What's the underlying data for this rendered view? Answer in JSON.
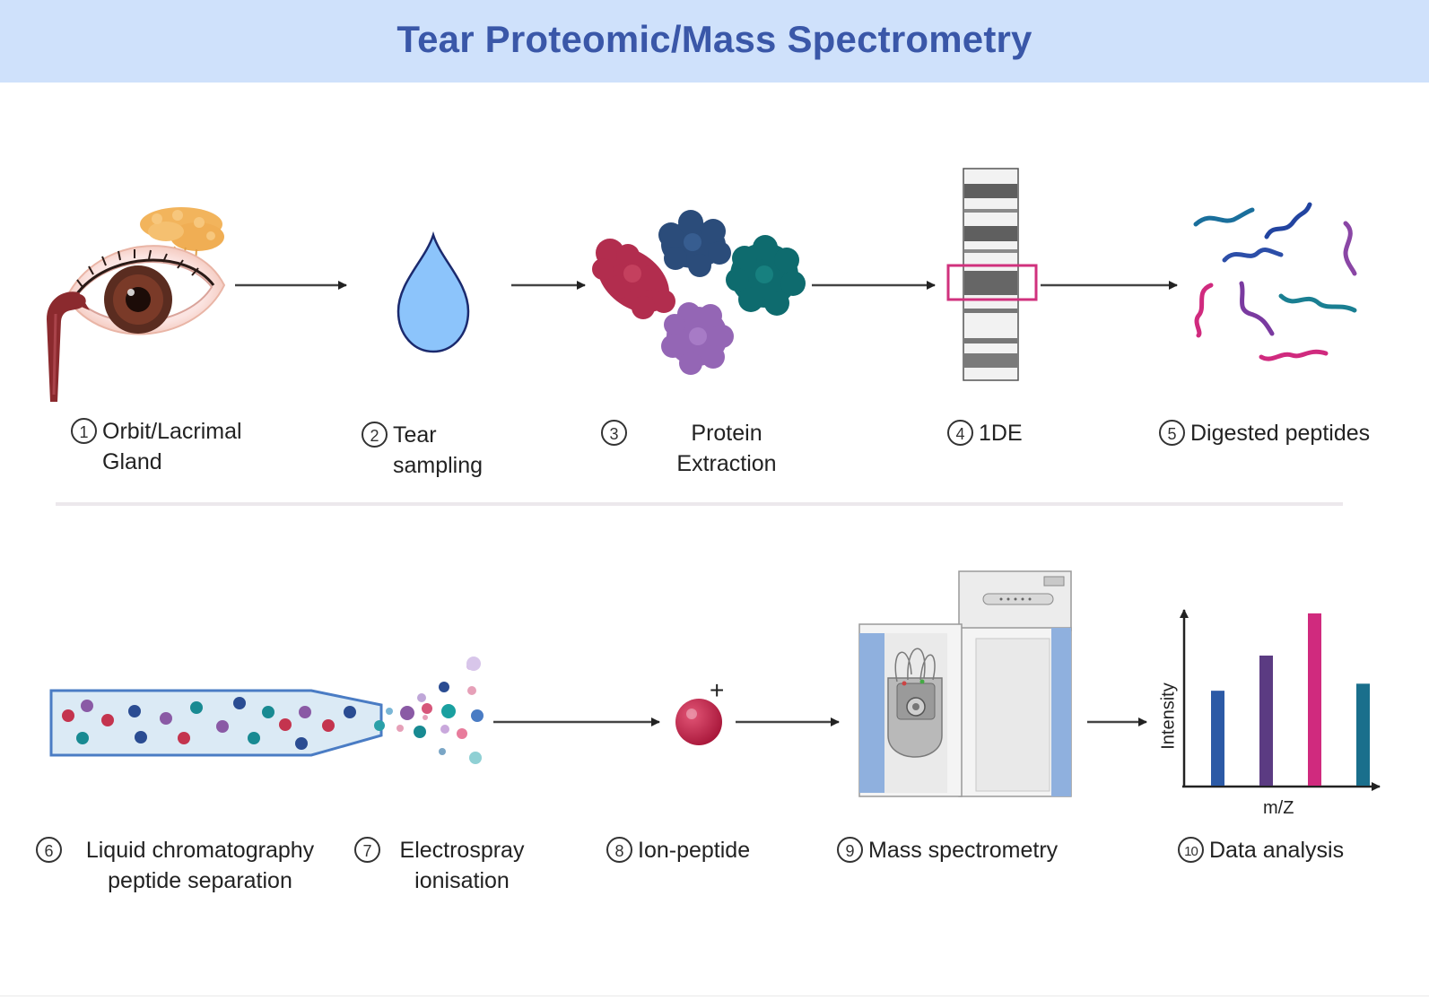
{
  "title": "Tear Proteomic/Mass Spectrometry",
  "steps": [
    {
      "num": "1",
      "line1": "Orbit/Lacrimal",
      "line2": "Gland"
    },
    {
      "num": "2",
      "line1": "Tear",
      "line2": "sampling"
    },
    {
      "num": "3",
      "line1": "Protein",
      "line2": "Extraction"
    },
    {
      "num": "4",
      "line1": "1DE"
    },
    {
      "num": "5",
      "line1": "Digested peptides"
    },
    {
      "num": "6",
      "line1": "Liquid chromatography",
      "line2": "peptide separation"
    },
    {
      "num": "7",
      "line1": "Electrospray",
      "line2": "ionisation"
    },
    {
      "num": "8",
      "line1": "Ion-peptide"
    },
    {
      "num": "9",
      "line1": "Mass spectrometry"
    },
    {
      "num": "10",
      "line1": "Data analysis"
    }
  ],
  "ion_charge": "+",
  "icons": [
    "eye-icon",
    "lacrimal-gland-icon",
    "tear-drop-icon",
    "protein-cluster-icon",
    "gel-lane-icon",
    "peptide-strands-icon",
    "lc-column-icon",
    "electrospray-icon",
    "ion-icon",
    "mass-spectrometer-icon",
    "bar-chart-icon"
  ],
  "colors": {
    "banner": "#cfe1fb",
    "title": "#3a57a8",
    "highlight": "#d0317d",
    "tear": "#8cc4fb"
  },
  "chart_data": {
    "type": "bar",
    "xlabel": "m/Z",
    "ylabel": "Intensity",
    "values": [
      0.54,
      0.74,
      0.98,
      0.58
    ],
    "colors": [
      "#2c5aa6",
      "#5b3b82",
      "#d02a7e",
      "#1a6f8c"
    ]
  }
}
